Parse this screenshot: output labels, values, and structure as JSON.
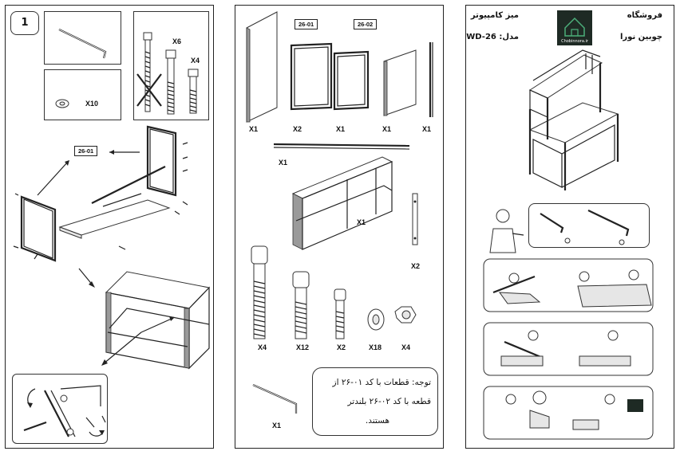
{
  "page1": {
    "step_number": "1",
    "qty_washer": "X10",
    "qty_bolt_long": "X6",
    "qty_bolt_short": "X4",
    "frame_code": "26-01"
  },
  "page2": {
    "codes": [
      "26-01",
      "26-02"
    ],
    "row1_qty": [
      "X1",
      "X2",
      "X1",
      "X1",
      "X1"
    ],
    "rail_qty": "X1",
    "shelf_qty": "X1",
    "bracket_qty": "X2",
    "hardware_qty": [
      "X4",
      "X12",
      "X2",
      "X18",
      "X4"
    ],
    "allen_qty": "X1",
    "note_line1": "توجه: قطعات با کد ۰۱-۲۶ از",
    "note_line2": "قطعه با کد ۰۲-۲۶ بلندتر",
    "note_line3": "هستند."
  },
  "page3": {
    "store_label": "فروشگاه",
    "store_name": "چوبین نورا",
    "product": "میز کامپیوتر",
    "model": "مدل: WD-26",
    "logo_text": "Chobinnora.ir"
  }
}
